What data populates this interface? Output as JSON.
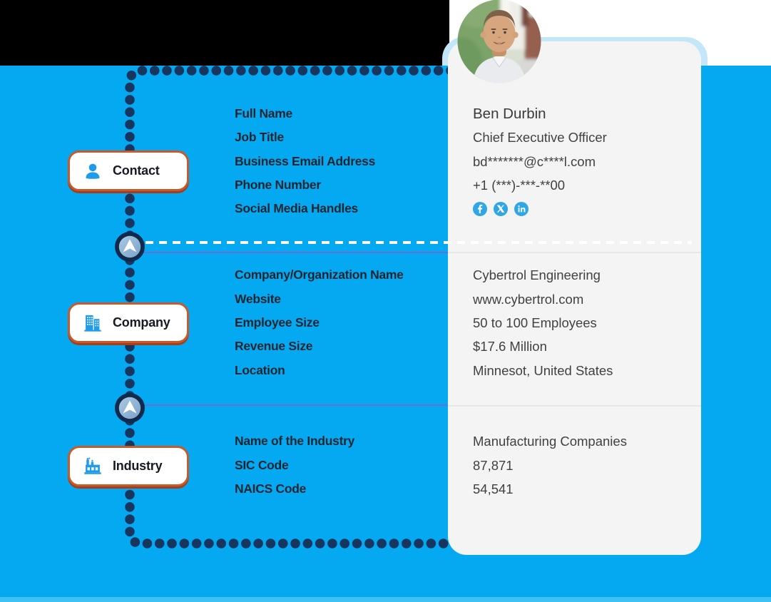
{
  "palette": {
    "background_blue": "#05A9F2",
    "chain_navy": "#16365F",
    "header_black": "#000000",
    "card_background": "#F4F4F5",
    "card_halo_blue": "#C4E6F9",
    "accent_orange": "#C75A2B",
    "icon_blue": "#1E9BEA",
    "label_navy": "#1B2631",
    "value_gray": "#414144",
    "social_icon_blue": "#2FA7E7"
  },
  "avatar": {
    "description": "man-portrait-photo"
  },
  "steps": [
    {
      "id": "contact",
      "label": "Contact",
      "icon": "person-icon",
      "fields": [
        {
          "label": "Full Name",
          "value": "Ben Durbin"
        },
        {
          "label": "Job Title",
          "value": "Chief Executive Officer"
        },
        {
          "label": "Business Email Address",
          "value": "bd*******@c****l.com"
        },
        {
          "label": "Phone Number",
          "value": "+1 (***)-***-**00"
        },
        {
          "label": "Social Media Handles",
          "value": ""
        }
      ],
      "social_icons": [
        "facebook-icon",
        "x-icon",
        "linkedin-icon"
      ]
    },
    {
      "id": "company",
      "label": "Company",
      "icon": "buildings-icon",
      "fields": [
        {
          "label": "Company/Organization Name",
          "value": "Cybertrol Engineering"
        },
        {
          "label": "Website",
          "value": "www.cybertrol.com"
        },
        {
          "label": "Employee Size",
          "value": "50 to 100 Employees"
        },
        {
          "label": "Revenue Size",
          "value": "$17.6 Million"
        },
        {
          "label": "Location",
          "value": "Minnesot, United States"
        }
      ]
    },
    {
      "id": "industry",
      "label": "Industry",
      "icon": "factory-icon",
      "fields": [
        {
          "label": "Name of the Industry",
          "value": "Manufacturing Companies"
        },
        {
          "label": "SIC Code",
          "value": "87,871"
        },
        {
          "label": "NAICS Code",
          "value": "54,541"
        }
      ]
    }
  ]
}
